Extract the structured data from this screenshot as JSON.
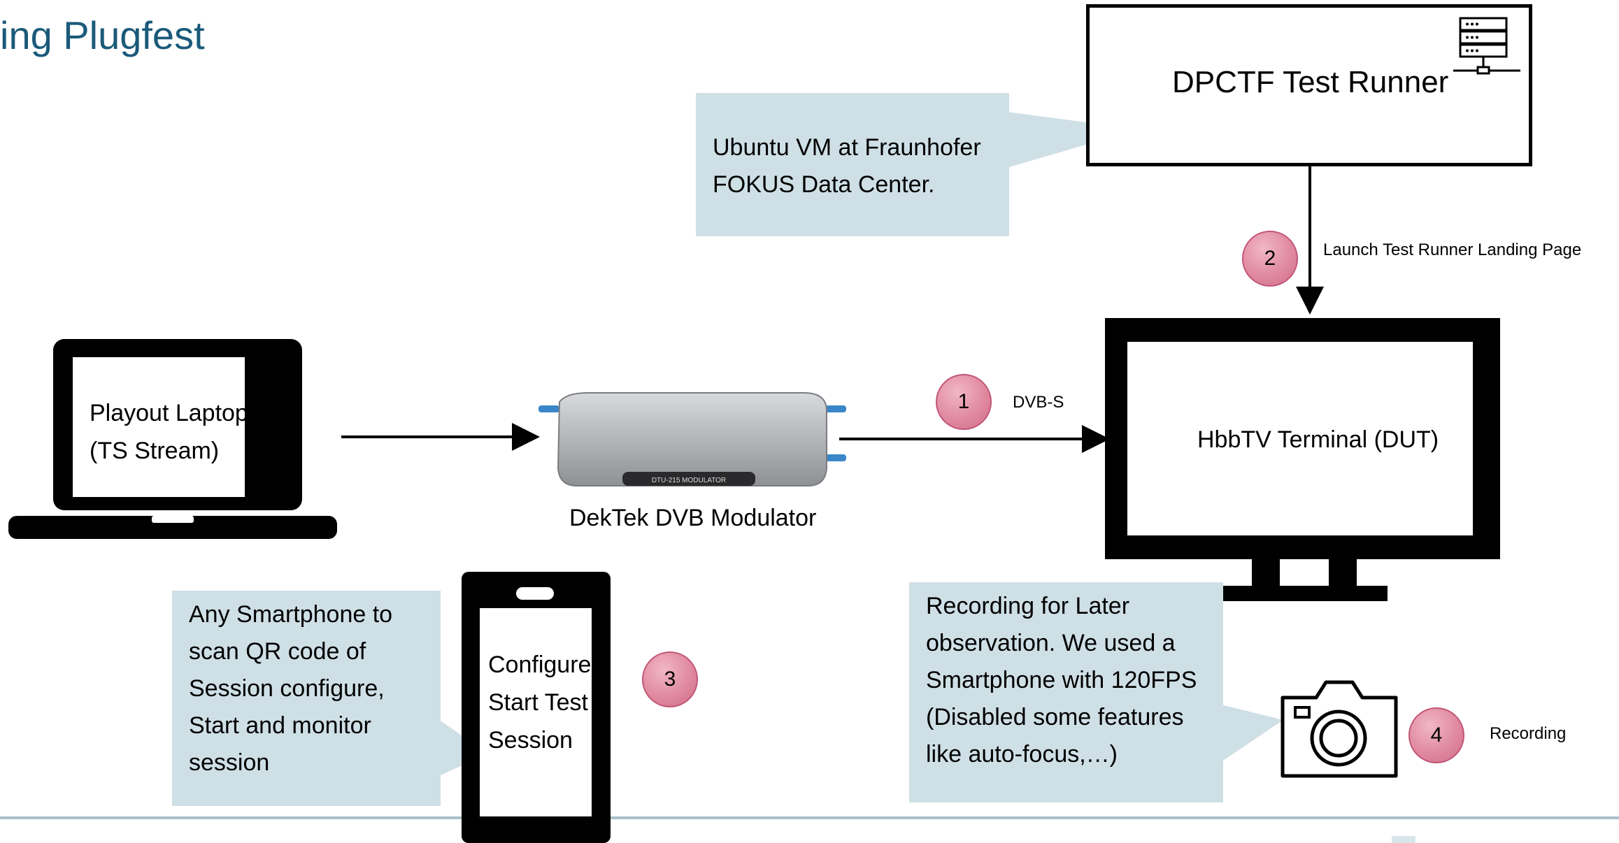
{
  "page_title": "ing Plugfest",
  "title_color": "#1b5a7a",
  "callout_color": "#cfdfe6",
  "badge_color": "#e08aa0",
  "nodes": {
    "test_runner": "DPCTF Test Runner",
    "playout_laptop": [
      "Playout Laptop",
      "(TS Stream)"
    ],
    "modulator": "DekTek DVB Modulator",
    "modulator_device_label": "DTU-215 MODULATOR",
    "hbbtv_terminal": "HbbTV Terminal (DUT)",
    "smartphone_screen": [
      "Configure,",
      "Start Test",
      "Session"
    ]
  },
  "callouts": {
    "ubuntu_vm": [
      "Ubuntu VM at Fraunhofer",
      "FOKUS Data Center."
    ],
    "smartphone": [
      "Any Smartphone to",
      "scan QR code of",
      "Session configure,",
      "Start and monitor",
      "session"
    ],
    "recording": [
      "Recording for Later",
      "observation. We used a",
      "Smartphone with 120FPS",
      "(Disabled some features",
      "like auto-focus,…)"
    ]
  },
  "steps": [
    {
      "num": "1",
      "label": "DVB-S"
    },
    {
      "num": "2",
      "label": "Launch Test Runner Landing Page"
    },
    {
      "num": "3",
      "label": ""
    },
    {
      "num": "4",
      "label": "Recording"
    }
  ],
  "icons": [
    "server-icon",
    "laptop-icon",
    "modulator-device-icon",
    "tv-icon",
    "smartphone-icon",
    "camera-icon"
  ]
}
